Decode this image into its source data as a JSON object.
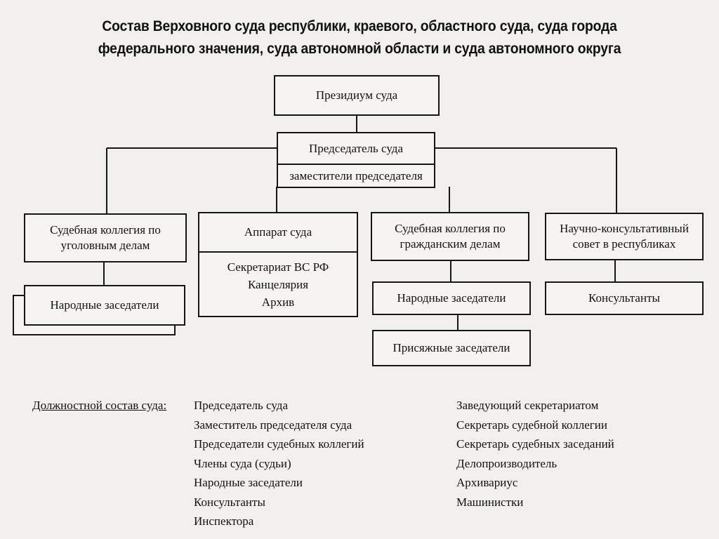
{
  "title": {
    "line1": "Состав Верховного суда республики, краевого, областного суда, суда города",
    "line2": "федерального значения, суда автономной области и суда автономного округа"
  },
  "diagram": {
    "presidium": "Президиум суда",
    "chairman": "Председатель суда",
    "deputies": "заместители председателя",
    "criminal_board": {
      "line1": "Судебная коллегия по",
      "line2": "уголовным делам"
    },
    "criminal_assessors": "Народные заседатели",
    "court_staff": "Аппарат суда",
    "staff_units": [
      "Секретариат ВС РФ",
      "Канцелярия",
      "Архив"
    ],
    "civil_board": {
      "line1": "Судебная коллегия по",
      "line2": "гражданским делам"
    },
    "civil_assessors": "Народные заседатели",
    "jurors": "Присяжные заседатели",
    "advisory_council": {
      "line1": "Научно-консультативный",
      "line2": "совет в республиках"
    },
    "consultants": "Консультанты"
  },
  "staff_list": {
    "label": "Должностной состав суда",
    "label_suffix": ":",
    "left": [
      "Председатель суда",
      "Заместитель председателя суда",
      "Председатели судебных коллегий",
      "Члены суда (судьи)",
      "Народные заседатели",
      "Консультанты",
      "Инспектора"
    ],
    "right": [
      "Заведующий секретариатом",
      "Секретарь судебной коллегии",
      "Секретарь судебных заседаний",
      "Делопроизводитель",
      "Архивариус",
      "Машинистки"
    ]
  },
  "colors": {
    "ink": "#161616",
    "paper": "#f1f0ec"
  }
}
